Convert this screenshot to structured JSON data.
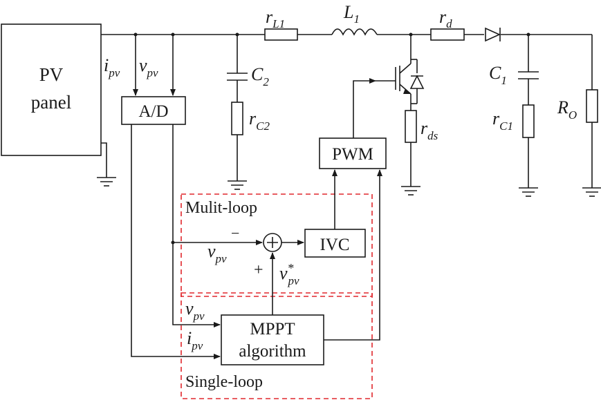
{
  "blocks": {
    "pv_panel_line1": "PV",
    "pv_panel_line2": "panel",
    "ad": "A/D",
    "pwm": "PWM",
    "ivc": "IVC",
    "mppt_line1": "MPPT",
    "mppt_line2": "algorithm",
    "multi_loop": "Mulit-loop",
    "single_loop": "Single-loop"
  },
  "components": {
    "rL1": {
      "sym": "r",
      "sub": "L1"
    },
    "L1": {
      "sym": "L",
      "sub": "1"
    },
    "rd": {
      "sym": "r",
      "sub": "d"
    },
    "C2": {
      "sym": "C",
      "sub": "2"
    },
    "rC2": {
      "sym": "r",
      "sub": "C2"
    },
    "rds": {
      "sym": "r",
      "sub": "ds"
    },
    "C1": {
      "sym": "C",
      "sub": "1"
    },
    "rC1": {
      "sym": "r",
      "sub": "C1"
    },
    "RO": {
      "sym": "R",
      "sub": "O"
    }
  },
  "signals": {
    "ipv": {
      "sym": "i",
      "sub": "pv"
    },
    "vpv": {
      "sym": "v",
      "sub": "pv"
    },
    "vpv_ref": {
      "sym": "v",
      "sub": "pv",
      "sup": "*"
    },
    "minus": "−",
    "plus": "+"
  },
  "colors": {
    "line": "#1a1a1a",
    "loop_box": "#e0262b"
  }
}
